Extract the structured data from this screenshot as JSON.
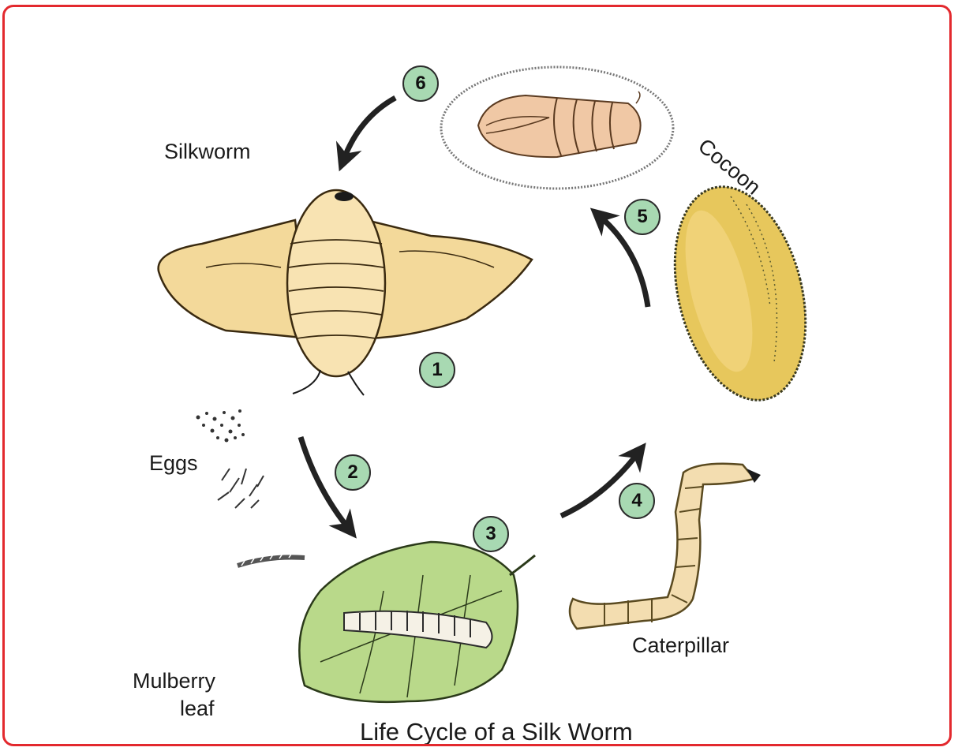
{
  "title": "Life Cycle of a Silk Worm",
  "labels": {
    "silkworm": "Silkworm",
    "cocoon": "Cocoon",
    "eggs": "Eggs",
    "caterpillar": "Caterpillar",
    "mulberry_line1": "Mulberry",
    "mulberry_line2": "leaf"
  },
  "steps": [
    "1",
    "2",
    "3",
    "4",
    "5",
    "6"
  ],
  "colors": {
    "frame": "#e3292e",
    "step_circle": "#a8d9b2",
    "moth": "#f3d99a",
    "leaf": "#b9d98a",
    "cocoon": "#e7c75c",
    "pupa": "#f0c8a5",
    "larva": "#f3ddb0",
    "arrow": "#222222"
  }
}
